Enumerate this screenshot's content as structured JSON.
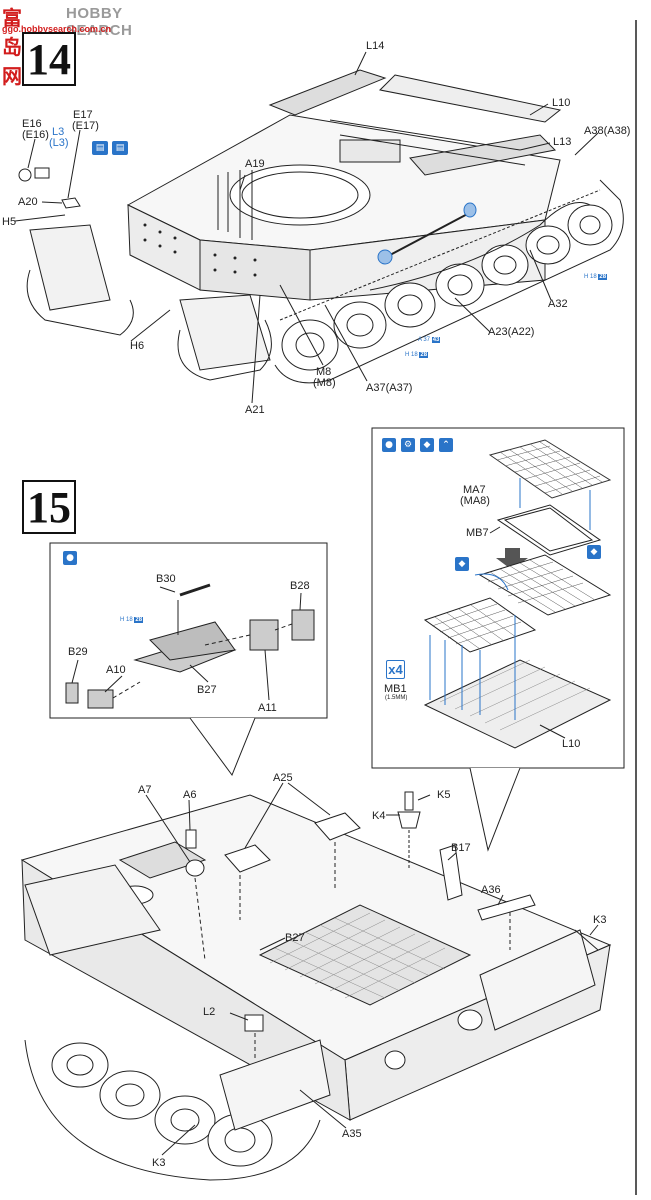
{
  "watermark": {
    "logo": "富岛网",
    "search": "HOBBY SEARCH",
    "url": "ggo.hobbysearch.com.cn"
  },
  "steps": {
    "step14": "14",
    "step15": "15"
  },
  "step14_labels": {
    "E16": "E16",
    "E16b": "(E16)",
    "E17": "E17",
    "E17b": "(E17)",
    "L3": "L3",
    "L3b": "(L3)",
    "A20": "A20",
    "H5": "H5",
    "L14": "L14",
    "L10": "L10",
    "L13": "L13",
    "A38": "A38(A38)",
    "A19": "A19",
    "A32": "A32",
    "A23": "A23(A22)",
    "H6": "H6",
    "A21": "A21",
    "M8": "M8",
    "M8b": "(M8)",
    "A37": "A37(A37)",
    "ref_h18_a": "H",
    "ref_h18_a_num": "18",
    "ref_h18_a_box": "28",
    "ref_a37": "A",
    "ref_a37_num": "37",
    "ref_a37_box": "43",
    "ref_h18_b": "H",
    "ref_h18_b_num": "18",
    "ref_h18_b_box": "28"
  },
  "detail_left": {
    "B30": "B30",
    "B28": "B28",
    "B29": "B29",
    "A10": "A10",
    "B27": "B27",
    "A11": "A11",
    "ref": "H",
    "ref_num": "18",
    "ref_box": "28"
  },
  "detail_right": {
    "MA7": "MA7",
    "MA8": "(MA8)",
    "MB7": "MB7",
    "x4": "x4",
    "MB1": "MB1",
    "MB1_note": "(1.5MM)",
    "L10": "L10"
  },
  "step15_labels": {
    "A7": "A7",
    "A6": "A6",
    "A25": "A25",
    "K5": "K5",
    "K4": "K4",
    "B17": "B17",
    "A36": "A36",
    "K3a": "K3",
    "B27": "B27",
    "L2": "L2",
    "A35": "A35",
    "K3b": "K3"
  },
  "colors": {
    "accent_blue": "#2a74c8",
    "line": "#222222",
    "watermark_red": "#d21d1d"
  },
  "icons": [
    "glue-icon",
    "photo-etch-icon",
    "water-drop-icon",
    "fold-icon"
  ]
}
